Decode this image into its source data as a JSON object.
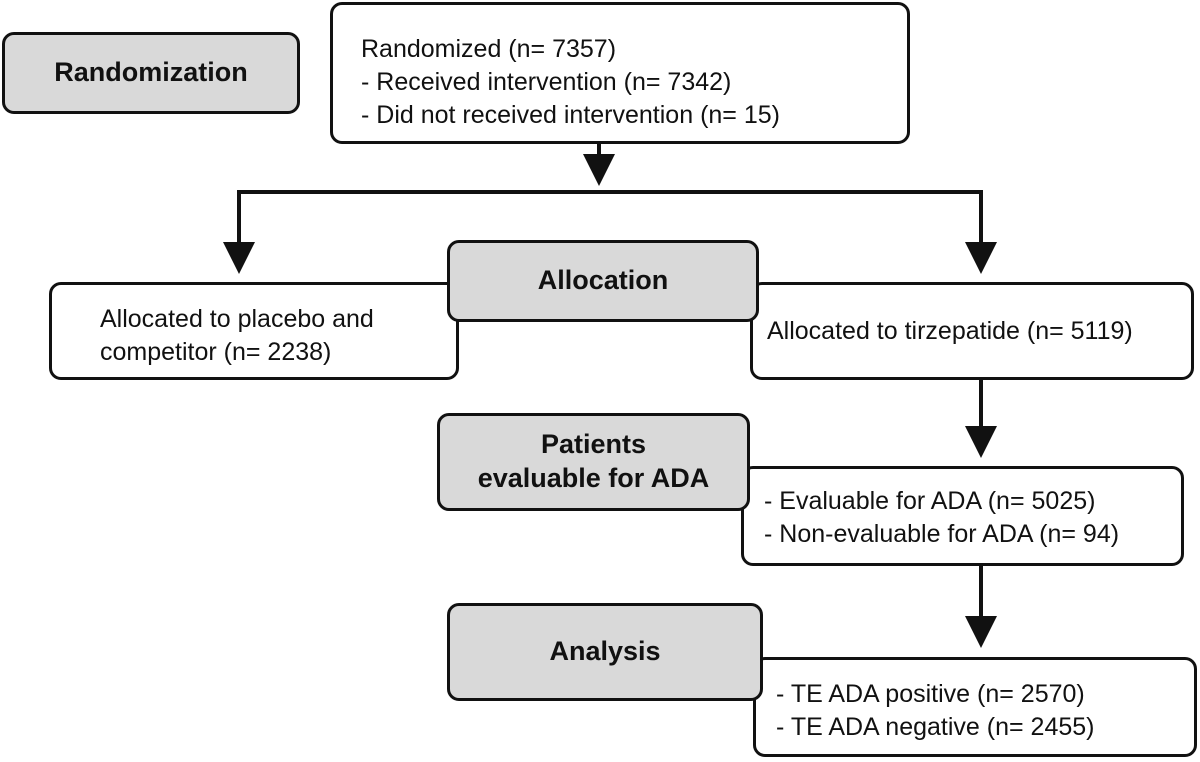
{
  "labels": {
    "randomization": "Randomization",
    "allocation": "Allocation",
    "patients_evaluable": [
      "Patients",
      "evaluable for ADA"
    ],
    "analysis": "Analysis"
  },
  "randomized_box": [
    "Randomized (n= 7357)",
    "- Received intervention (n= 7342)",
    "- Did not received intervention (n= 15)"
  ],
  "placebo_box": [
    "Allocated to placebo and",
    "competitor (n= 2238)"
  ],
  "tirzepatide_box": "Allocated to tirzepatide (n= 5119)",
  "evaluable_box": [
    "- Evaluable for ADA  (n= 5025)",
    "- Non-evaluable for ADA (n= 94)"
  ],
  "analysis_box": [
    "- TE ADA positive (n= 2570)",
    "- TE ADA negative (n= 2455)"
  ]
}
